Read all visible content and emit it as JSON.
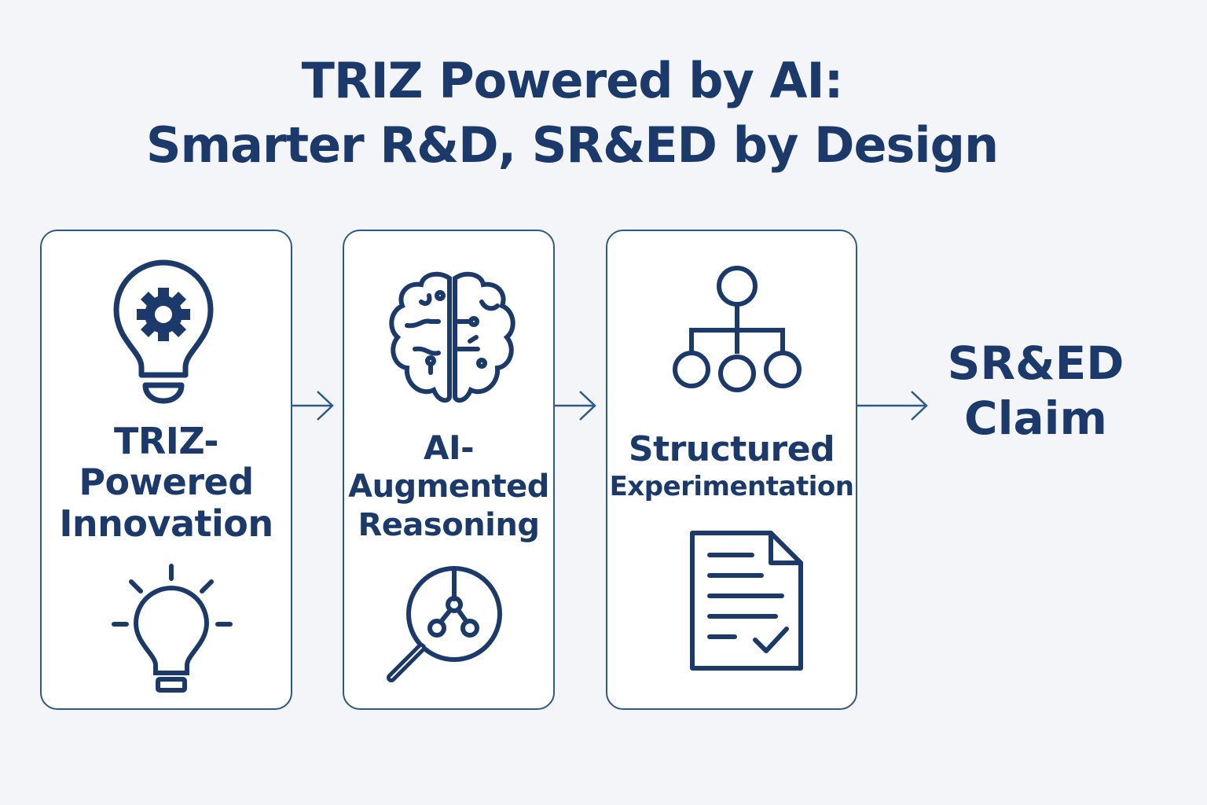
{
  "title": {
    "line1": "TRIZ Powered by AI:",
    "line2": "Smarter R&D, SR&ED by Design"
  },
  "steps": [
    {
      "lines": [
        "TRIZ-",
        "Powered",
        "Innovation"
      ],
      "icons": [
        "lightbulb-gear-icon",
        "lightbulb-icon"
      ]
    },
    {
      "lines": [
        "AI-",
        "Augmented",
        "Reasoning"
      ],
      "icons": [
        "brain-circuit-icon",
        "magnifier-network-icon"
      ]
    },
    {
      "lines": [
        "Structured",
        "Experimentation"
      ],
      "icons": [
        "hierarchy-icon",
        "document-check-icon"
      ]
    }
  ],
  "outcome": {
    "lines": [
      "SR&ED",
      "Claim"
    ]
  },
  "colors": {
    "primary": "#1b3a6b",
    "border": "#2d5a8e",
    "background": "#f3f5f8"
  }
}
